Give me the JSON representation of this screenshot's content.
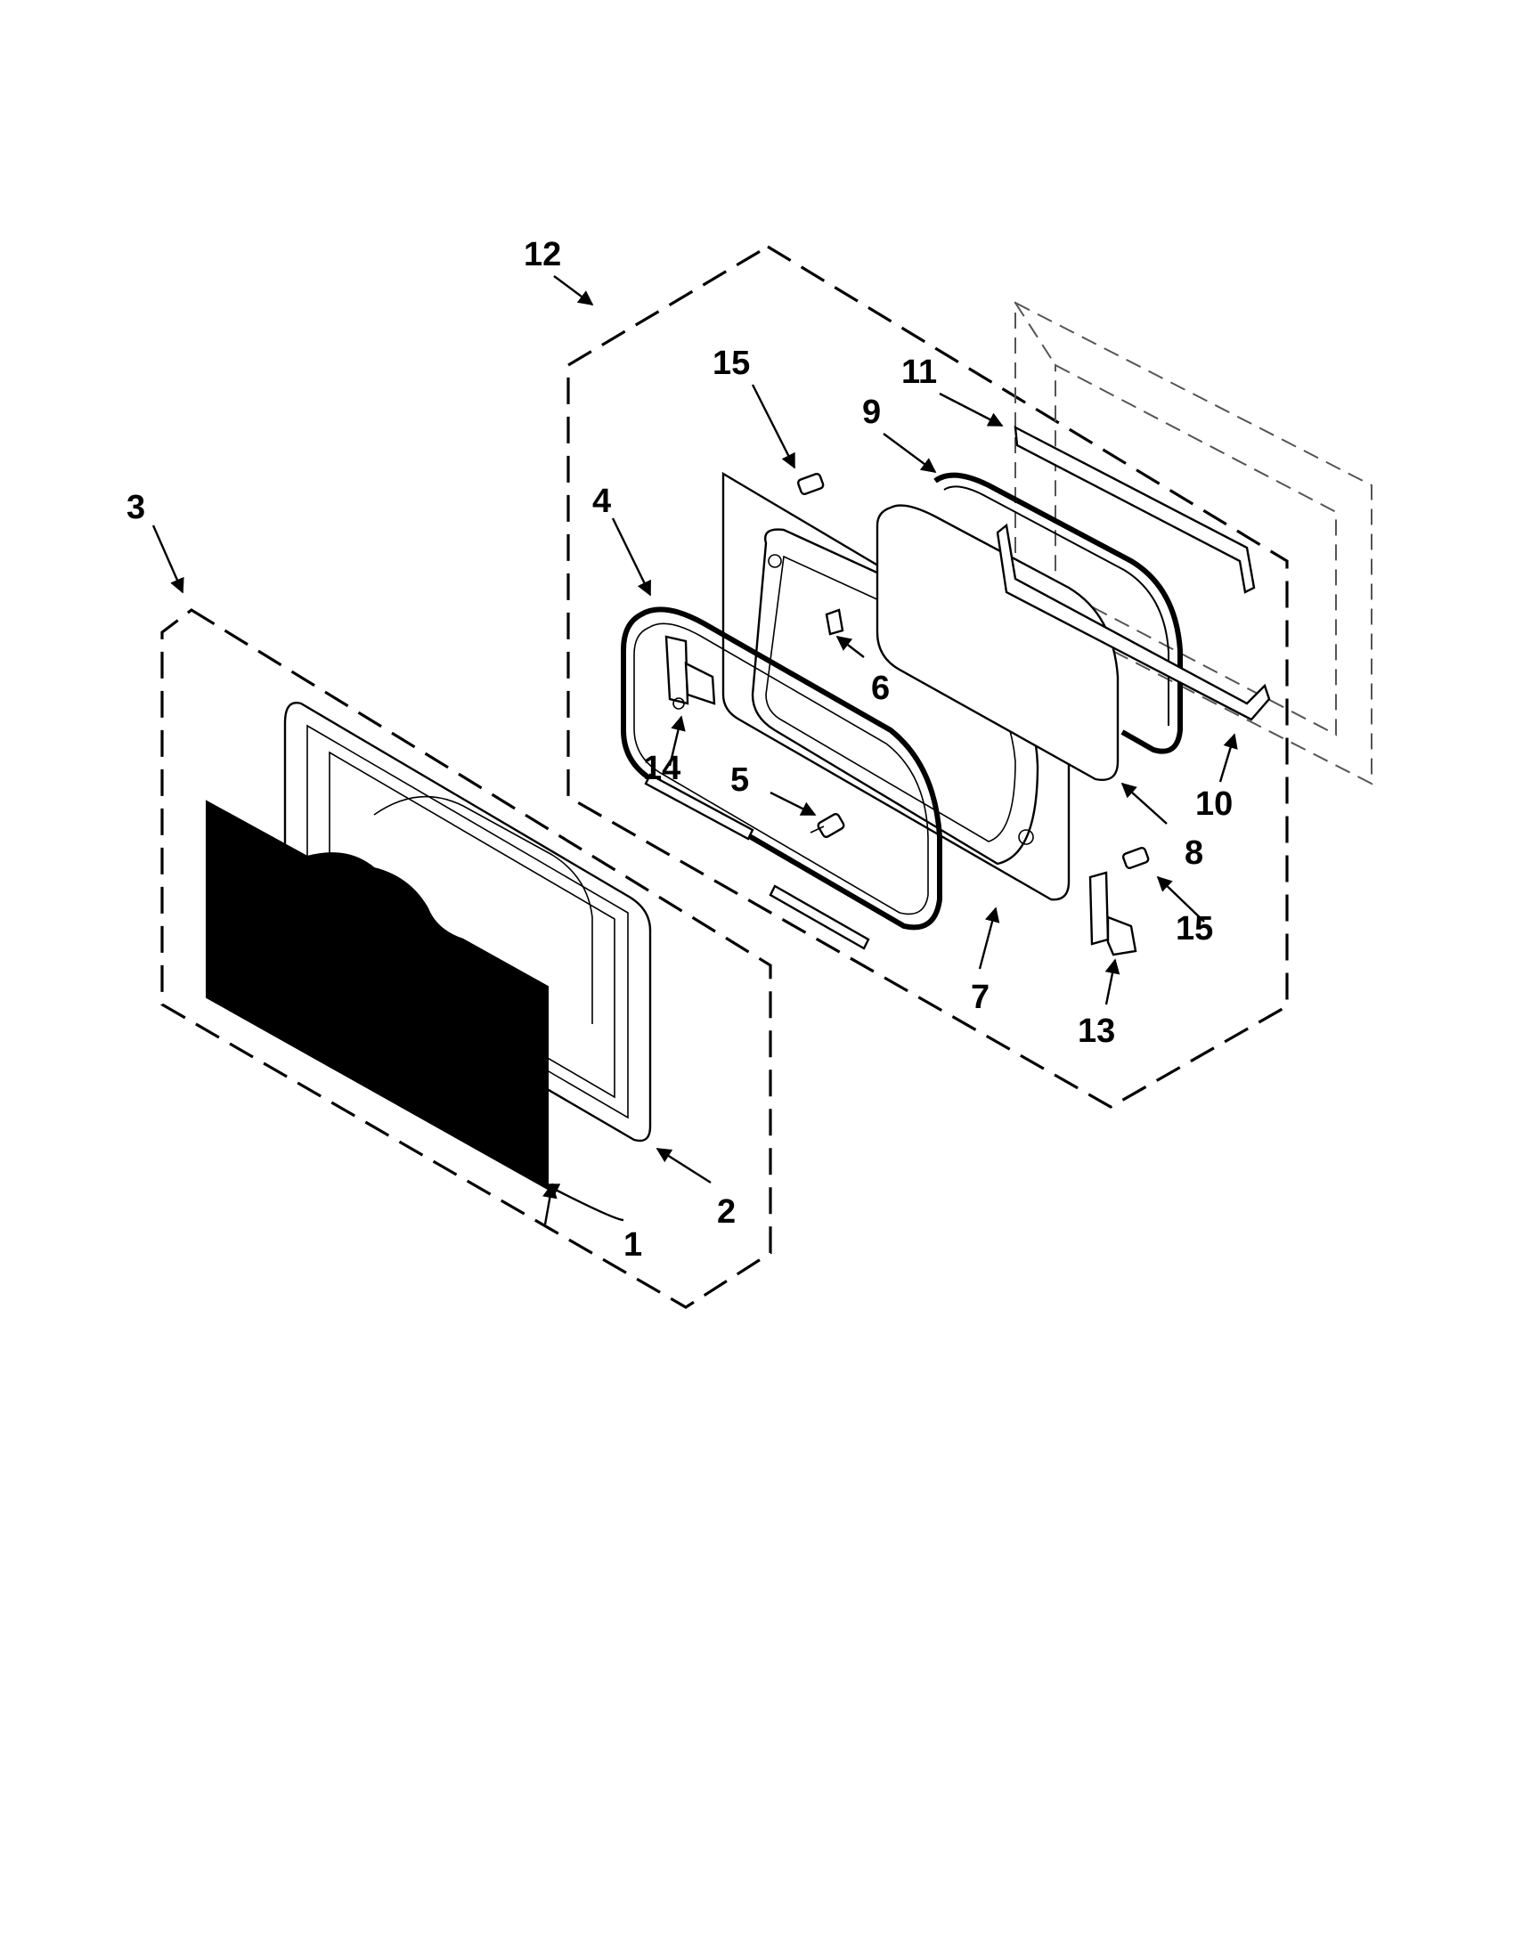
{
  "diagram": {
    "callouts": [
      {
        "id": "1",
        "label": "1"
      },
      {
        "id": "2",
        "label": "2"
      },
      {
        "id": "3",
        "label": "3"
      },
      {
        "id": "4",
        "label": "4"
      },
      {
        "id": "5",
        "label": "5"
      },
      {
        "id": "6",
        "label": "6"
      },
      {
        "id": "7",
        "label": "7"
      },
      {
        "id": "8",
        "label": "8"
      },
      {
        "id": "9",
        "label": "9"
      },
      {
        "id": "10",
        "label": "10"
      },
      {
        "id": "11",
        "label": "11"
      },
      {
        "id": "12",
        "label": "12"
      },
      {
        "id": "13",
        "label": "13"
      },
      {
        "id": "14",
        "label": "14"
      },
      {
        "id": "15a",
        "label": "15"
      },
      {
        "id": "15b",
        "label": "15"
      }
    ]
  },
  "colors": {
    "ink": "#000000",
    "paper": "#ffffff",
    "ghost": "#555555"
  }
}
